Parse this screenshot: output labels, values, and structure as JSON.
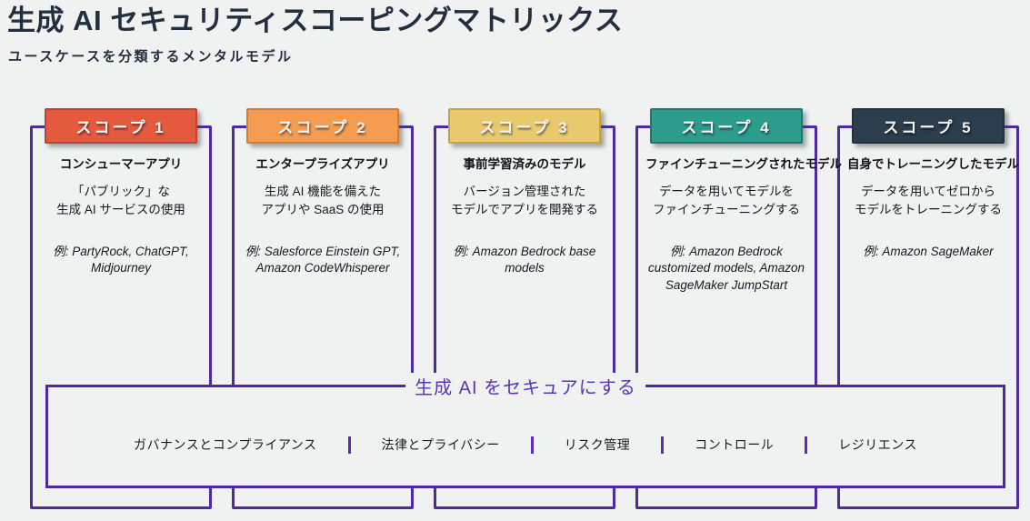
{
  "page": {
    "title": "生成 AI セキュリティスコーピングマトリックス",
    "subtitle": "ユースケースを分類するメンタルモデル"
  },
  "colors": {
    "background": "#F0F2F2",
    "outline_purple": "#4D2AA0",
    "legend_purple": "#5B35B8",
    "heading_navy": "#232F3E"
  },
  "scopes": [
    {
      "label": "スコープ 1",
      "header_bg": "#E45A3F",
      "header_border": "#BC4630",
      "title": "コンシューマーアプリ",
      "description": "「パブリック」な\n生成 AI サービスの使用",
      "example": "例: PartyRock, ChatGPT,\nMidjourney"
    },
    {
      "label": "スコープ 2",
      "header_bg": "#F49C52",
      "header_border": "#D87B2E",
      "title": "エンタープライズアプリ",
      "description": "生成 AI 機能を備えた\nアプリや SaaS の使用",
      "example": "例: Salesforce Einstein GPT,\nAmazon CodeWhisperer"
    },
    {
      "label": "スコープ 3",
      "header_bg": "#E8C96E",
      "header_border": "#C5A33D",
      "title": "事前学習済みのモデル",
      "description": "バージョン管理された\nモデルでアプリを開発する",
      "example": "例: Amazon Bedrock base\nmodels"
    },
    {
      "label": "スコープ 4",
      "header_bg": "#2D9C8D",
      "header_border": "#1B7A6D",
      "title": "ファインチューニングされたモデル",
      "description": "データを用いてモデルを\nファインチューニングする",
      "example": "例: Amazon Bedrock\ncustomized models, Amazon\nSageMaker JumpStart"
    },
    {
      "label": "スコープ 5",
      "header_bg": "#2C3E4E",
      "header_border": "#22313D",
      "title": "自身でトレーニングしたモデル",
      "description": "データを用いてゼロから\nモデルをトレーニングする",
      "example": "例: Amazon SageMaker"
    }
  ],
  "secure": {
    "title": "生成 AI をセキュアにする",
    "items": [
      "ガバナンスとコンプライアンス",
      "法律とプライバシー",
      "リスク管理",
      "コントロール",
      "レジリエンス"
    ]
  }
}
